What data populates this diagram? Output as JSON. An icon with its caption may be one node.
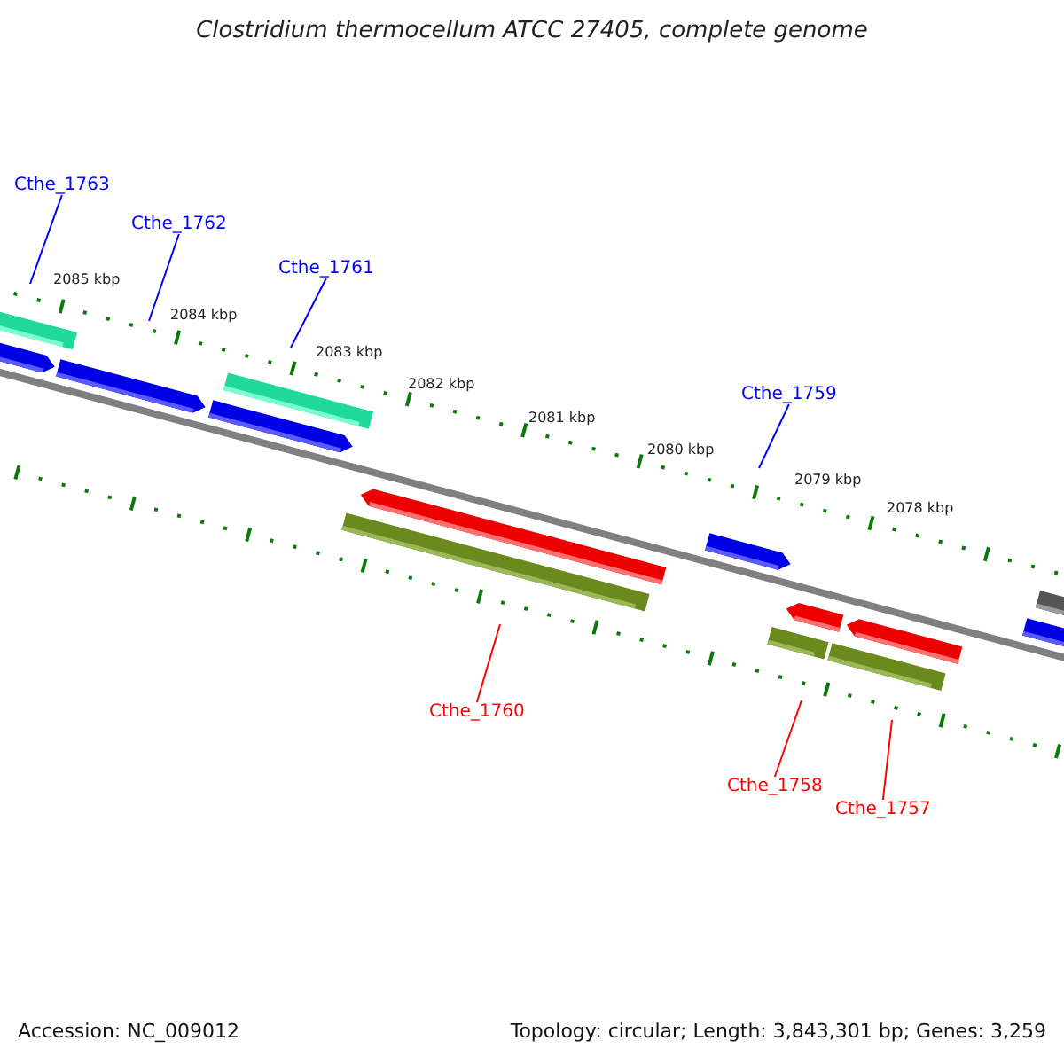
{
  "diagram": {
    "title": "Clostridium thermocellum ATCC 27405, complete genome",
    "nodes": [
      {
        "text": [
          "Cthe_1763"
        ]
      },
      {
        "text": [
          "Cthe_1762"
        ]
      },
      {
        "text": [
          "Cthe_1761"
        ]
      },
      {
        "text": [
          "Cthe_1759"
        ]
      },
      {
        "text": [
          "Cthe_1760"
        ]
      },
      {
        "text": [
          "Cthe_1758"
        ]
      },
      {
        "text": [
          "Cthe_1757"
        ]
      }
    ],
    "edges": [
      {
        "from": 0,
        "to": null,
        "arrow": "none"
      },
      {
        "from": 1,
        "to": null,
        "arrow": "none"
      },
      {
        "from": 2,
        "to": null,
        "arrow": "none"
      },
      {
        "from": 3,
        "to": null,
        "arrow": "none"
      },
      {
        "from": 4,
        "to": null,
        "arrow": "none",
        "color": "#ff0000"
      },
      {
        "from": 5,
        "to": null,
        "arrow": "none",
        "color": "#ff0000"
      },
      {
        "from": 6,
        "to": null,
        "arrow": "none",
        "color": "#ff0000"
      }
    ],
    "labels": [
      "2085 kbp",
      "2084 kbp",
      "2083 kbp",
      "2082 kbp",
      "2081 kbp",
      "2080 kbp",
      "2079 kbp",
      "2078 kbp",
      "Accession: NC_009012",
      "Topology: circular; Length: 3,843,301 bp; Genes: 3,259"
    ]
  }
}
